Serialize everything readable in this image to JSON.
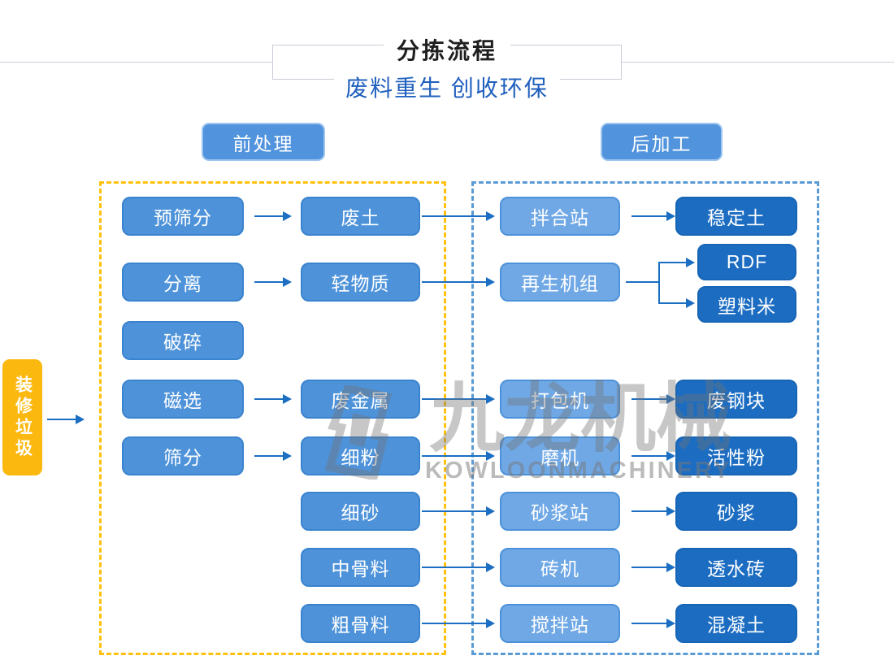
{
  "header": {
    "title": "分拣流程",
    "subtitle": "废料重生 创收环保"
  },
  "section_labels": {
    "pre": "前处理",
    "post": "后加工"
  },
  "source": {
    "label": "装修垃圾"
  },
  "nodes": {
    "col1": [
      "预筛分",
      "分离",
      "破碎",
      "磁选",
      "筛分"
    ],
    "col2": [
      "废土",
      "轻物质",
      "废金属",
      "细粉",
      "细砂",
      "中骨料",
      "粗骨料"
    ],
    "col3": [
      "拌合站",
      "再生机组",
      "打包机",
      "磨机",
      "砂浆站",
      "砖机",
      "搅拌站"
    ],
    "col4": [
      "稳定土",
      "RDF",
      "塑料米",
      "废钢块",
      "活性粉",
      "砂浆",
      "透水砖",
      "混凝土"
    ]
  },
  "watermark": {
    "brand_cn": "九龙机械",
    "brand_en": "KOWLOONMACHINERY"
  },
  "colors": {
    "node_blue": "#4E93DA",
    "node_light_blue": "#70A8E5",
    "node_dark_blue": "#1C6DC2",
    "source_yellow": "#FBB80F",
    "dashed_yellow": "#FFC10D",
    "dashed_blue": "#5B9BD5",
    "arrow_blue": "#1B6EC2",
    "subtitle_blue": "#2060BE",
    "title_black": "#1F1F1F"
  }
}
